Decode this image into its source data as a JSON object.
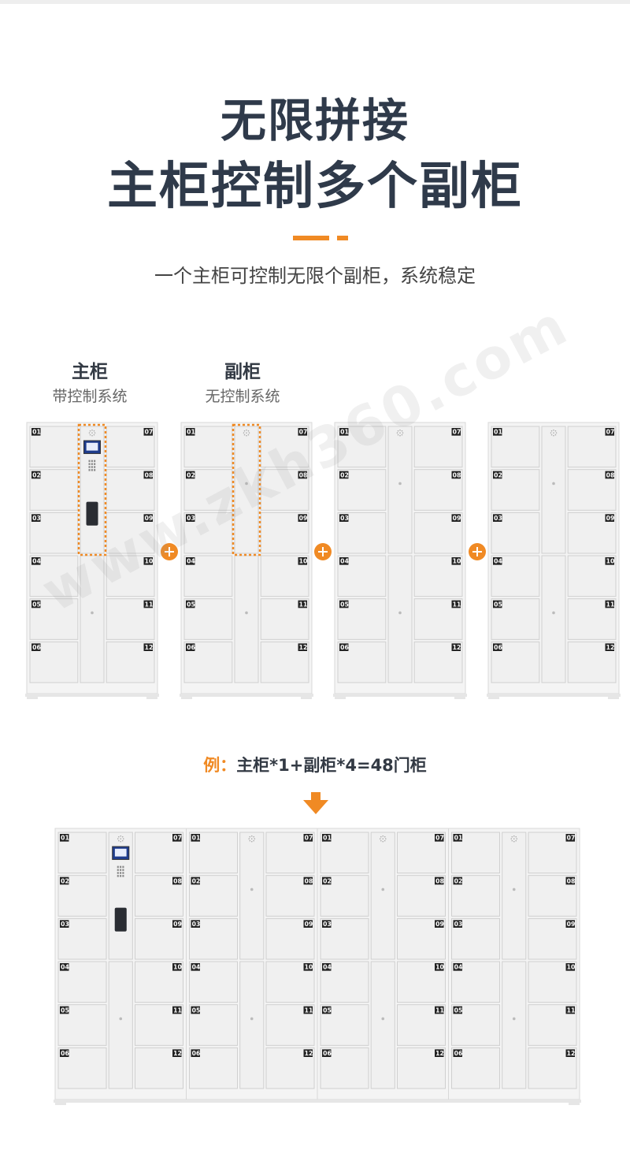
{
  "header": {
    "title_line1": "无限拼接",
    "title_line2": "主柜控制多个副柜",
    "subtitle": "一个主柜可控制无限个副柜，系统稳定"
  },
  "labels": {
    "main_cabinet": "主柜",
    "main_cabinet_desc": "带控制系统",
    "sub_cabinet": "副柜",
    "sub_cabinet_desc": "无控制系统"
  },
  "example": {
    "prefix": "例：",
    "formula": "主柜*1+副柜*4=48门柜"
  },
  "watermark": "www.zkh360.com",
  "door_numbers": {
    "left": [
      "01",
      "02",
      "03",
      "04",
      "05",
      "06"
    ],
    "right": [
      "07",
      "08",
      "09",
      "10",
      "11",
      "12"
    ]
  },
  "colors": {
    "accent": "#f08a24",
    "title": "#2f3a4a",
    "cabinet_body": "#f4f4f4",
    "door": "#f0f0f0",
    "door_border": "#cfcfcf"
  },
  "icons": [
    "plus-icon",
    "down-arrow-icon",
    "screen-icon",
    "keypad-icon",
    "card-reader-icon",
    "speaker-icon"
  ]
}
